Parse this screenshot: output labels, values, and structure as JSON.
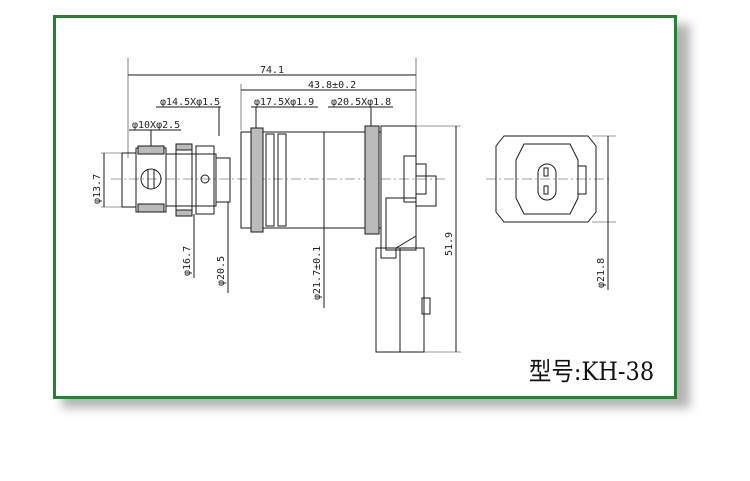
{
  "drawing": {
    "model_label": "型号:KH-38",
    "dimensions": {
      "overall_length": "74.1",
      "body_length": "43.8±0.2",
      "oring_small": "φ14.5Xφ1.5",
      "oring_mid": "φ17.5Xφ1.9",
      "oring_large": "φ20.5Xφ1.8",
      "oring_tip": "φ10Xφ2.5",
      "dia_tip": "φ13.7",
      "dia_groove": "φ16.7",
      "dia_shoulder": "φ20.5",
      "dia_body": "φ21.7±0.1",
      "height": "51.9",
      "dia_connector": "φ21.8"
    },
    "colors": {
      "frame_border": "#2e7d32"
    }
  }
}
